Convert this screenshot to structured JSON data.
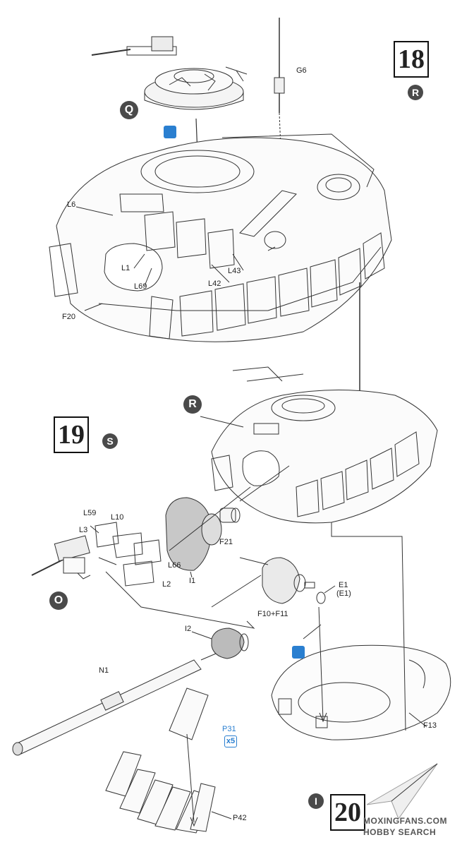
{
  "steps": {
    "s18": {
      "number": "18",
      "output_marker": "R",
      "input_marker": "Q"
    },
    "s19": {
      "number": "19",
      "output_marker": "S",
      "input_marker_R": "R",
      "input_marker_O": "O"
    },
    "s20": {
      "number": "20",
      "input_marker": "I"
    }
  },
  "labels18": {
    "g6": "G6",
    "l6": "L6",
    "l1": "L1",
    "l69": "L69",
    "l42": "L42",
    "l43": "L43",
    "f20": "F20"
  },
  "labels19": {
    "l59": "L59",
    "l10": "L10",
    "l3": "L3",
    "l66": "L66",
    "l2": "L2",
    "i1": "I1",
    "f21": "F21",
    "e1": "E1",
    "e1b": "(E1)",
    "f10f11": "F10+F11",
    "i2": "I2",
    "n1": "N1",
    "p31": "P31",
    "qty": "x5",
    "p42": "P42",
    "f13": "F13"
  },
  "icons": {
    "glue_top": "glue-bottle-icon",
    "glue_mid": "glue-bottle-icon",
    "logo": "paper-plane-logo-icon"
  },
  "watermark": {
    "line1": "MOXINGFANS.COM",
    "line2_prefix": "HOBBY",
    "line2_suffix": "SEARCH"
  },
  "colors": {
    "ink": "#222222",
    "glue_blue": "#2a7fd0",
    "marker": "#4a4a4a"
  }
}
